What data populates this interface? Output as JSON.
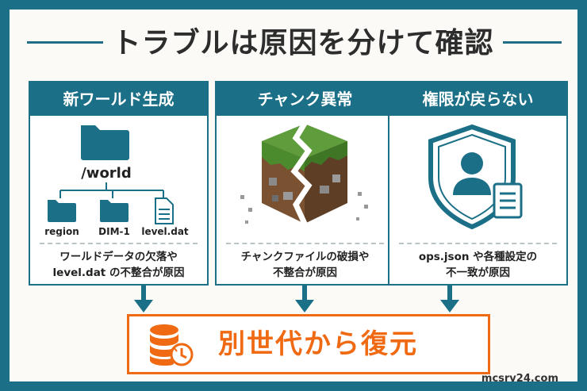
{
  "title": "トラブルは原因を分けて確認",
  "panels": [
    {
      "heading": "新ワールド生成",
      "folder_root": "/world",
      "items": [
        "region",
        "DIM-1",
        "level.dat"
      ],
      "caption_line1": "ワールドデータの欠落や",
      "caption_line2": "level.dat の不整合が原因"
    },
    {
      "heading": "チャンク異常",
      "caption_line1": "チャンクファイルの破損や",
      "caption_line2": "不整合が原因"
    },
    {
      "heading": "権限が戻らない",
      "caption_line1": "ops.json や各種設定の",
      "caption_line2": "不一致が原因"
    }
  ],
  "result": {
    "label": "別世代から復元"
  },
  "site": "mcsrv24.com",
  "colors": {
    "teal": "#1b6f86",
    "orange": "#ef6a12"
  },
  "icons": [
    "folder-icon",
    "file-icon",
    "grass-block-icon",
    "shield-user-icon",
    "database-restore-icon",
    "down-arrow-icon"
  ]
}
